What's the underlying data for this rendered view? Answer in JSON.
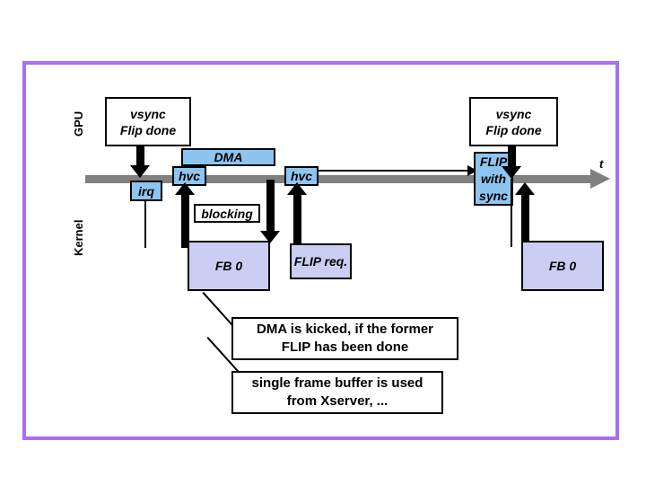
{
  "diagram": {
    "title": "GPU / Kernel vsync flip timing diagram",
    "accent_color": "#a86ef5",
    "colors": {
      "frame": "#a86ef5",
      "timeline": "#808080",
      "blue_box": "#8ec5f0",
      "lavender_box": "#cccdf2",
      "outline": "#000000",
      "background": "#ffffff"
    }
  },
  "lanes": {
    "gpu_label": "GPU",
    "kernel_label": "Kernel"
  },
  "timeline": {
    "axis_label": "t"
  },
  "events": {
    "vsync_left": "vsync\nFlip done",
    "vsync_left_line1": "vsync",
    "vsync_left_line2": "Flip done",
    "vsync_right_line1": "vsync",
    "vsync_right_line2": "Flip done",
    "irq": "irq",
    "hvc_first": "hvc",
    "hvc_second": "hvc",
    "dma": "DMA",
    "blocking": "blocking",
    "flip_with_sync_line1": "FLIP",
    "flip_with_sync_line2": "with",
    "flip_with_sync_line3": "sync",
    "fb0_left": "FB 0",
    "fb0_right": "FB 0",
    "flip_req": "FLIP req."
  },
  "notes": [
    {
      "line1": "DMA is kicked, if the former",
      "line2": "FLIP has been done"
    },
    {
      "line1": "single frame buffer is used",
      "line2": "from Xserver, ..."
    }
  ]
}
